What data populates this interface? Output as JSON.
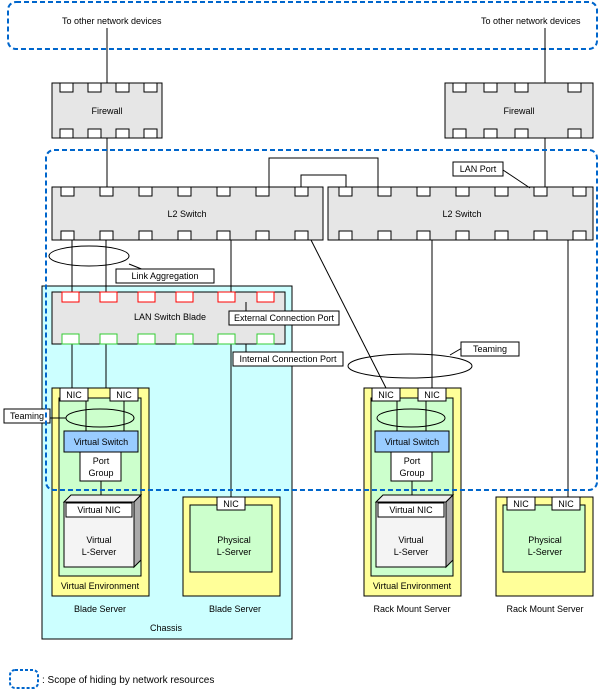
{
  "labels": {
    "to_other_left": "To other network devices",
    "to_other_right": "To other network devices",
    "firewall_left": "Firewall",
    "firewall_right": "Firewall",
    "lan_port": "LAN Port",
    "l2_switch_left": "L2 Switch",
    "l2_switch_right": "L2 Switch",
    "link_aggregation": "Link Aggregation",
    "lan_switch_blade": "LAN Switch Blade",
    "external_connection_port": "External Connection Port",
    "internal_connection_port": "Internal Connection Port",
    "teaming_right": "Teaming",
    "teaming_left": "Teaming",
    "nic": "NIC",
    "virtual_switch": "Virtual Switch",
    "port_group_1": "Port",
    "port_group_2": "Group",
    "virtual_nic": "Virtual NIC",
    "virtual_lserver_1": "Virtual",
    "virtual_lserver_2": "L-Server",
    "physical_lserver_1": "Physical",
    "physical_lserver_2": "L-Server",
    "virtual_environment": "Virtual Environment",
    "blade_server": "Blade Server",
    "rack_mount_server": "Rack Mount Server",
    "chassis": "Chassis",
    "legend": ": Scope of hiding by network resources"
  },
  "colors": {
    "device_gray": "#e6e6e6",
    "chassis_cyan": "#ccffff",
    "env_yellow": "#ffff99",
    "inner_green": "#ccffcc",
    "vswitch_blue": "#99ccff",
    "scope_blue": "#0066cc",
    "port_red": "#ff0000",
    "port_green": "#33cc33"
  }
}
